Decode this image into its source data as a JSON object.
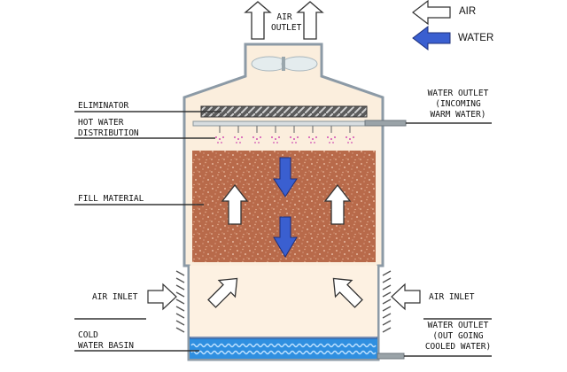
{
  "legend": {
    "air": "AIR",
    "water": "WATER"
  },
  "labels": {
    "air_outlet": [
      "AIR",
      "OUTLET"
    ],
    "eliminator": "ELIMINATOR",
    "hot_water_distribution": [
      "HOT WATER",
      "DISTRIBUTION"
    ],
    "fill_material": "FILL MATERIAL",
    "air_inlet_left": "AIR INLET",
    "air_inlet_right": "AIR INLET",
    "cold_water_basin": [
      "COLD",
      "WATER BASIN"
    ],
    "water_outlet_top": [
      "WATER OUTLET",
      "(INCOMING",
      "WARM WATER)"
    ],
    "water_outlet_bottom": [
      "WATER OUTLET",
      "(OUT GOING",
      "COOLED WATER)"
    ]
  },
  "colors": {
    "casing_fill": "#fbeedd",
    "casing_stroke": "#8c9aa6",
    "fill_material": "#b86a4a",
    "water": "#2f8fe0",
    "water_arrow": "#3a5fd0",
    "air_arrow": "#ffffff"
  },
  "icons": [
    "fan-icon",
    "spray-nozzle-icon",
    "air-arrow-icon",
    "water-arrow-icon",
    "louver-icon",
    "wave-icon"
  ]
}
